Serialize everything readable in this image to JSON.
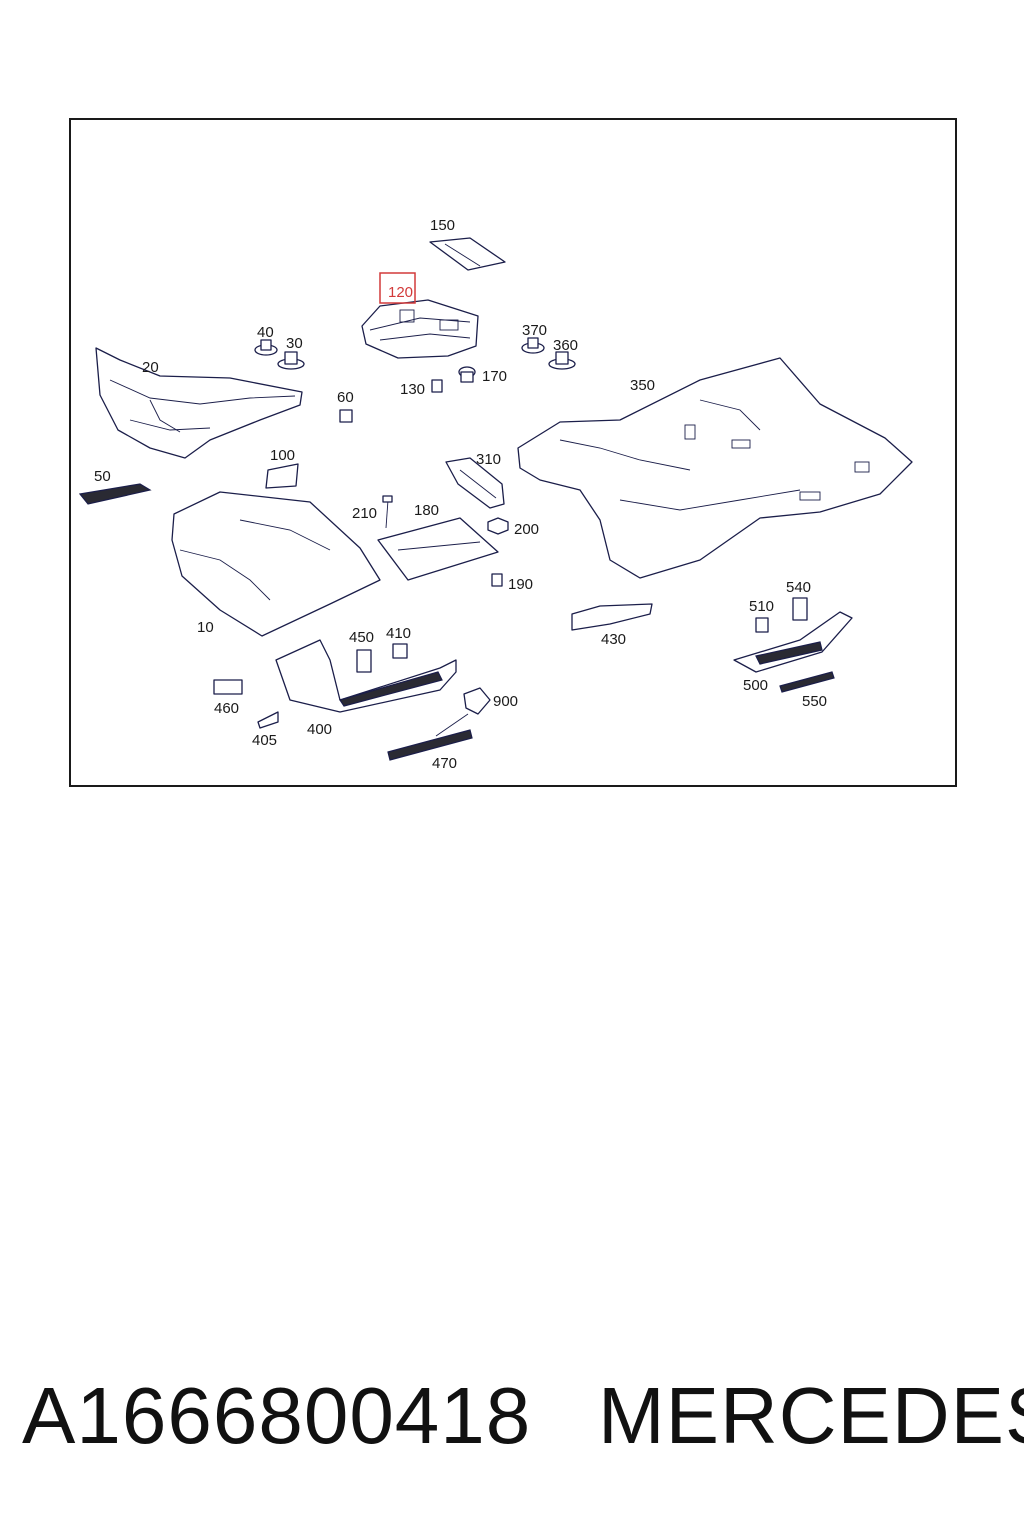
{
  "diagram": {
    "highlighted_callout": "120",
    "highlight_color": "#d23a3a",
    "line_color": "#1b1e4a",
    "callouts": {
      "c150": "150",
      "c120": "120",
      "c40": "40",
      "c30": "30",
      "c370": "370",
      "c360": "360",
      "c20": "20",
      "c60": "60",
      "c130": "130",
      "c170": "170",
      "c350": "350",
      "c100": "100",
      "c310": "310",
      "c50": "50",
      "c210": "210",
      "c180": "180",
      "c200": "200",
      "c190": "190",
      "c10": "10",
      "c540": "540",
      "c510": "510",
      "c430": "430",
      "c450": "450",
      "c410": "410",
      "c900": "900",
      "c500": "500",
      "c550": "550",
      "c460": "460",
      "c405": "405",
      "c400": "400",
      "c470": "470"
    }
  },
  "footer": {
    "part_number": "A1666800418",
    "brand": "MERCEDES"
  }
}
